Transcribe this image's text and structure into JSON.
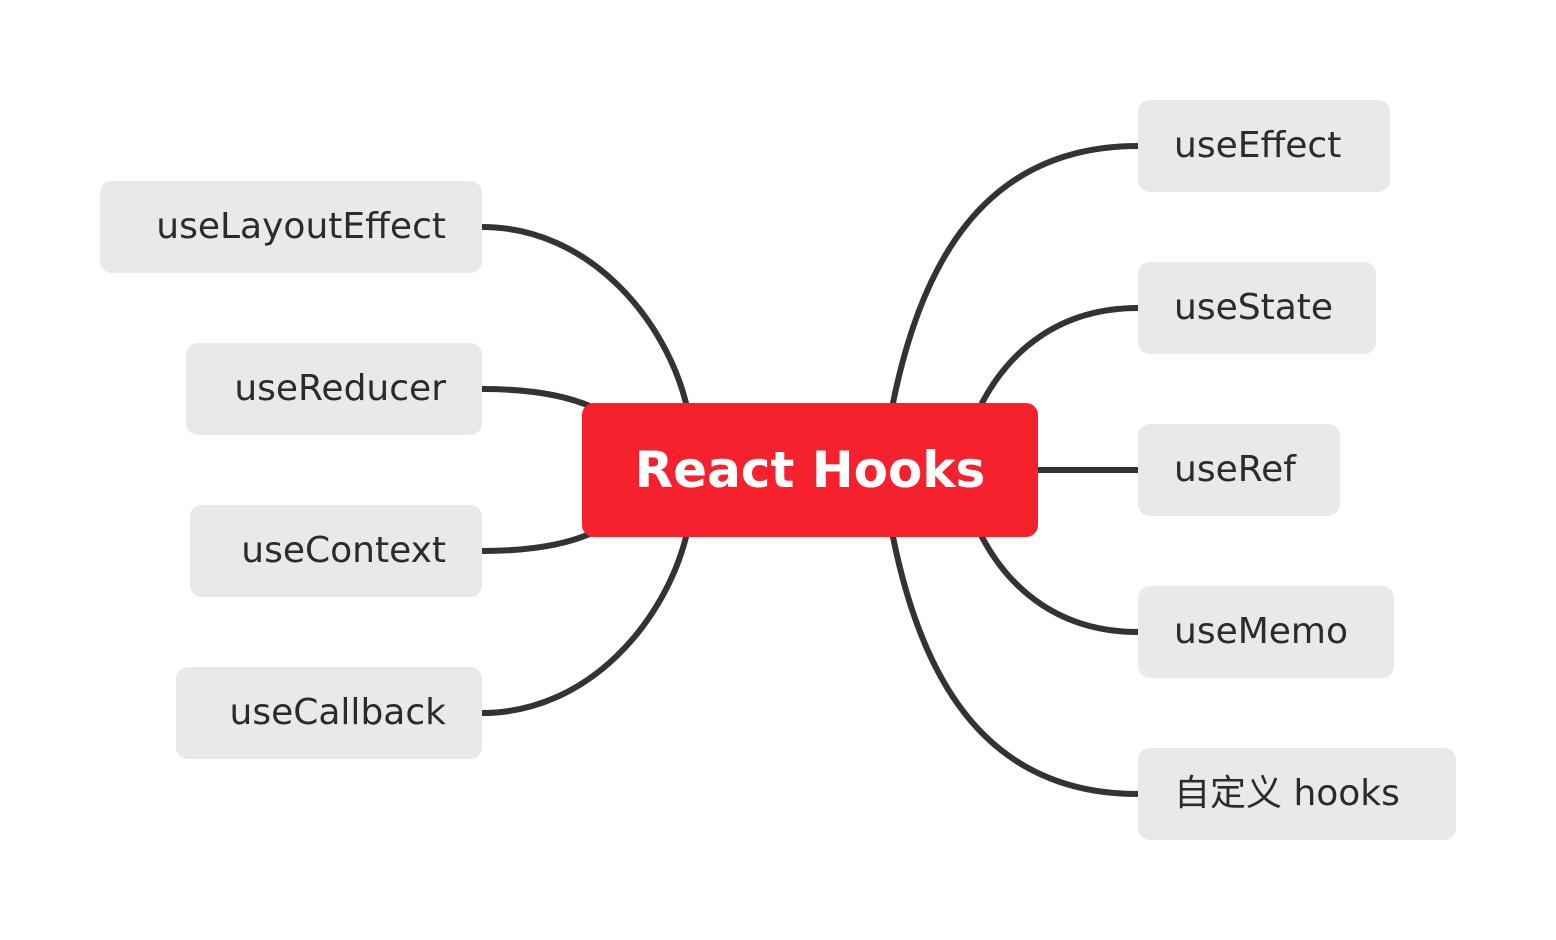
{
  "root": {
    "label": "React Hooks"
  },
  "left_branches": [
    {
      "label": "useLayoutEffect"
    },
    {
      "label": "useReducer"
    },
    {
      "label": "useContext"
    },
    {
      "label": "useCallback"
    }
  ],
  "right_branches": [
    {
      "label": "useEffect"
    },
    {
      "label": "useState"
    },
    {
      "label": "useRef"
    },
    {
      "label": "useMemo"
    },
    {
      "label": "自定义 hooks"
    }
  ],
  "colors": {
    "root_fill": "#f5222d",
    "node_fill": "#e9e9e9",
    "connector": "#333333",
    "text": "#2b2b2b"
  }
}
